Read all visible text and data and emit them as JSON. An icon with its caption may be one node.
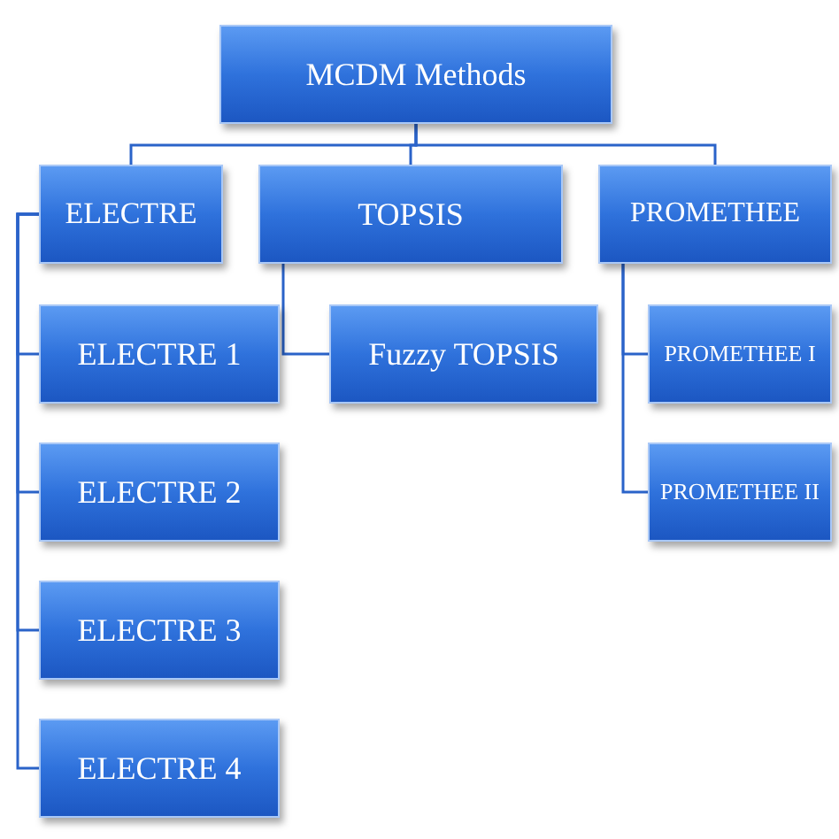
{
  "diagram": {
    "nodes": [
      {
        "text": [
          "MCDM Methods"
        ]
      },
      {
        "text": [
          "ELECTRE"
        ]
      },
      {
        "text": [
          "TOPSIS"
        ]
      },
      {
        "text": [
          "PROMETHEE"
        ]
      },
      {
        "text": [
          "ELECTRE 1"
        ]
      },
      {
        "text": [
          "ELECTRE 2"
        ]
      },
      {
        "text": [
          "ELECTRE 3"
        ]
      },
      {
        "text": [
          "ELECTRE 4"
        ]
      },
      {
        "text": [
          "Fuzzy TOPSIS"
        ]
      },
      {
        "text": [
          "PROMETHEE I"
        ]
      },
      {
        "text": [
          "PROMETHEE II"
        ]
      }
    ],
    "edges": [
      {
        "from": 0,
        "to": 1,
        "arrow": "none"
      },
      {
        "from": 0,
        "to": 2,
        "arrow": "none"
      },
      {
        "from": 0,
        "to": 3,
        "arrow": "none"
      },
      {
        "from": 1,
        "to": 4,
        "arrow": "none"
      },
      {
        "from": 1,
        "to": 5,
        "arrow": "none"
      },
      {
        "from": 1,
        "to": 6,
        "arrow": "none"
      },
      {
        "from": 1,
        "to": 7,
        "arrow": "none"
      },
      {
        "from": 2,
        "to": 8,
        "arrow": "none"
      },
      {
        "from": 3,
        "to": 9,
        "arrow": "none"
      },
      {
        "from": 3,
        "to": 10,
        "arrow": "none"
      }
    ]
  }
}
